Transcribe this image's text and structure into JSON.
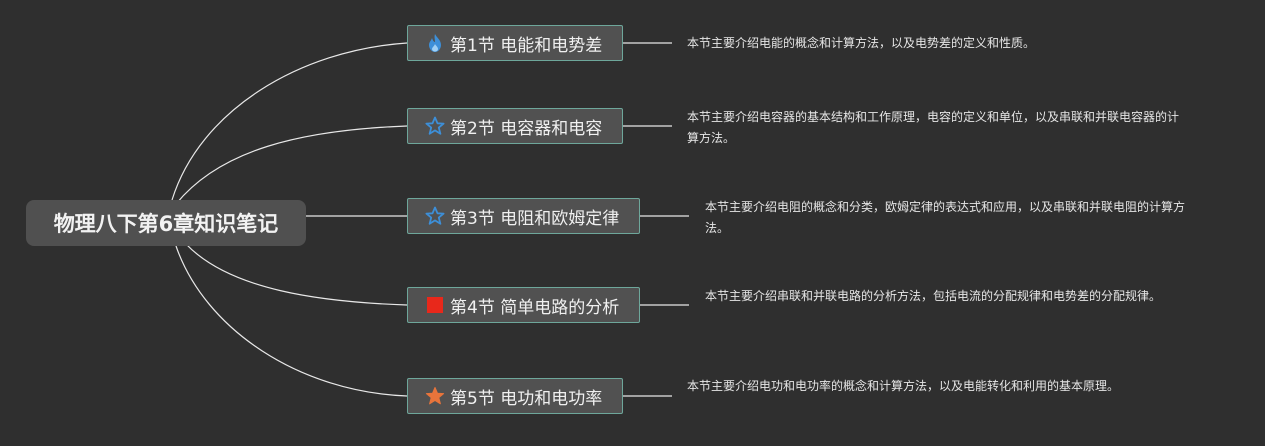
{
  "root": {
    "title": "物理八下第6章知识笔记"
  },
  "sections": [
    {
      "icon": "flame-icon",
      "icon_color": "#3d8fd8",
      "title": "第1节 电能和电势差",
      "note": "本节主要介绍电能的概念和计算方法，以及电势差的定义和性质。"
    },
    {
      "icon": "star-outline-icon",
      "icon_color": "#3d8fd8",
      "title": "第2节 电容器和电容",
      "note": "本节主要介绍电容器的基本结构和工作原理，电容的定义和单位，以及串联和并联电容器的计算方法。"
    },
    {
      "icon": "star-outline-icon",
      "icon_color": "#3d8fd8",
      "title": "第3节 电阻和欧姆定律",
      "note": "本节主要介绍电阻的概念和分类，欧姆定律的表达式和应用，以及串联和并联电阻的计算方法。"
    },
    {
      "icon": "red-square-icon",
      "icon_color": "#e8281b",
      "title": "第4节 简单电路的分析",
      "note": "本节主要介绍串联和并联电路的分析方法，包括电流的分配规律和电势差的分配规律。"
    },
    {
      "icon": "star-filled-icon",
      "icon_color": "#e8743b",
      "title": "第5节 电功和电功率",
      "note": "本节主要介绍电功和电功率的概念和计算方法，以及电能转化和利用的基本原理。"
    }
  ],
  "colors": {
    "background": "#2f2f2f",
    "topic_border": "#6ea79b",
    "connector": "#e8e8e8"
  }
}
